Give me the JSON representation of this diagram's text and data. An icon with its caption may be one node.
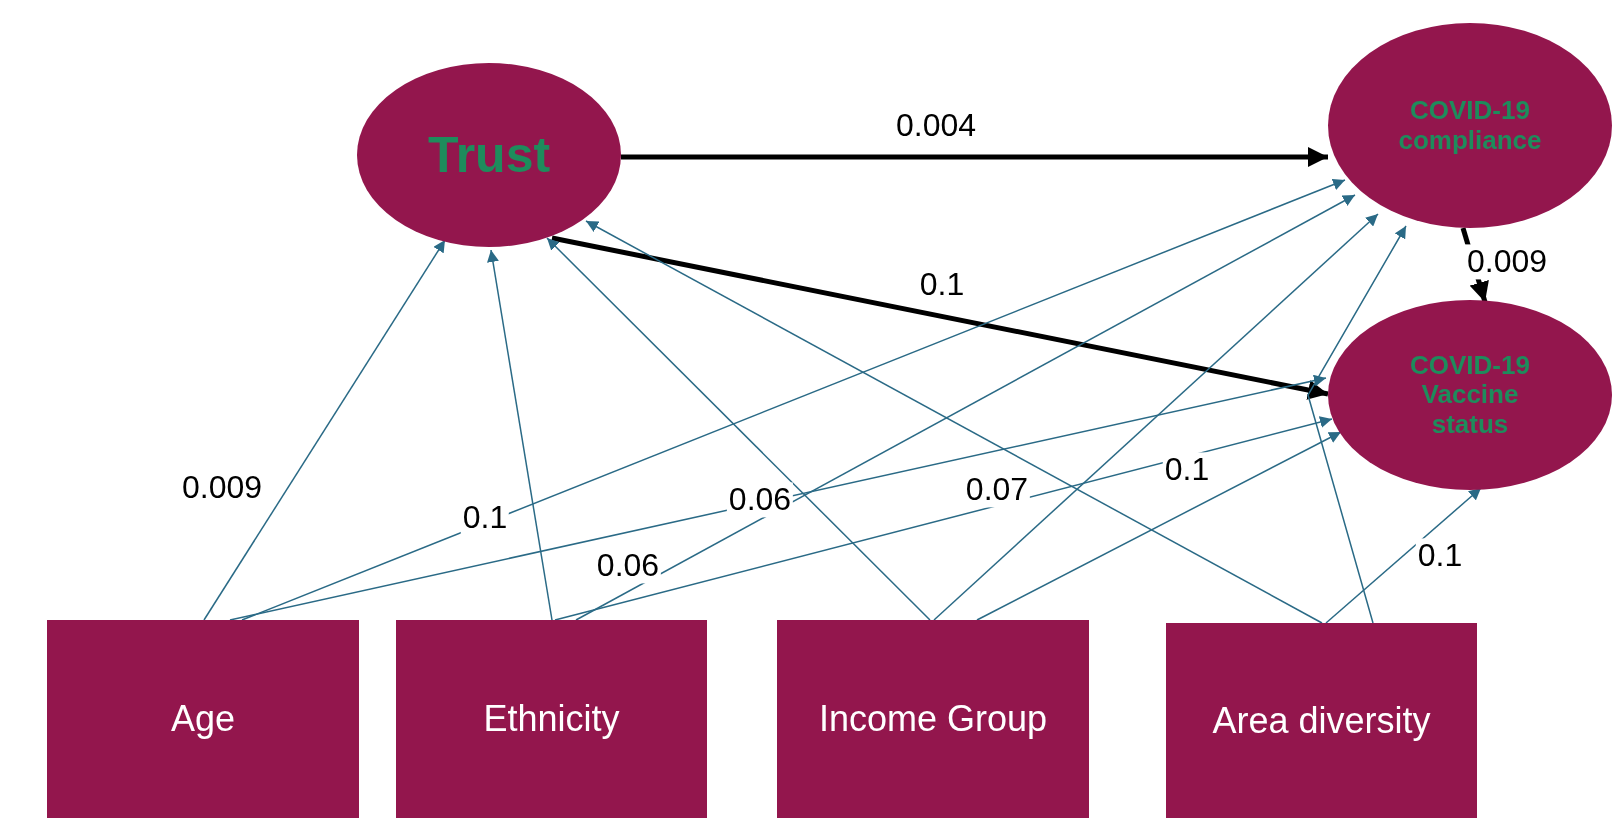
{
  "diagram": {
    "nodes": [
      {
        "text": [
          "Trust"
        ]
      },
      {
        "text": [
          "COVID-19 compliance"
        ]
      },
      {
        "text": [
          "COVID-19 Vaccine status"
        ]
      },
      {
        "text": [
          "Age"
        ]
      },
      {
        "text": [
          "Ethnicity"
        ]
      },
      {
        "text": [
          "Income Group"
        ]
      },
      {
        "text": [
          "Area diversity"
        ]
      }
    ],
    "edges": [
      {
        "from": 0,
        "to": 1,
        "arrow": "to",
        "label": "0.004",
        "style": "thick",
        "color": "#000000"
      },
      {
        "from": 0,
        "to": 2,
        "arrow": "to",
        "label": "0.1",
        "style": "thick",
        "color": "#000000"
      },
      {
        "from": 1,
        "to": 2,
        "arrow": "to",
        "label": "0.009",
        "style": "thick",
        "color": "#000000"
      },
      {
        "from": 3,
        "to": 0,
        "arrow": "to",
        "label": "0.009"
      },
      {
        "from": 3,
        "to": 1,
        "arrow": "to",
        "label": "0.1"
      },
      {
        "from": 3,
        "to": 2,
        "arrow": "to"
      },
      {
        "from": 4,
        "to": 0,
        "arrow": "to"
      },
      {
        "from": 4,
        "to": 1,
        "arrow": "to"
      },
      {
        "from": 4,
        "to": 2,
        "arrow": "to"
      },
      {
        "from": 5,
        "to": 0,
        "arrow": "to"
      },
      {
        "from": 5,
        "to": 1,
        "arrow": "to"
      },
      {
        "from": 5,
        "to": 2,
        "arrow": "to"
      },
      {
        "from": 6,
        "to": 0,
        "arrow": "to"
      },
      {
        "from": 6,
        "to": 1,
        "arrow": "to"
      },
      {
        "from": 6,
        "to": 2,
        "arrow": "to",
        "label": "0.1"
      }
    ],
    "labels": [
      "0.06",
      "0.06",
      "0.07",
      "0.1"
    ]
  }
}
